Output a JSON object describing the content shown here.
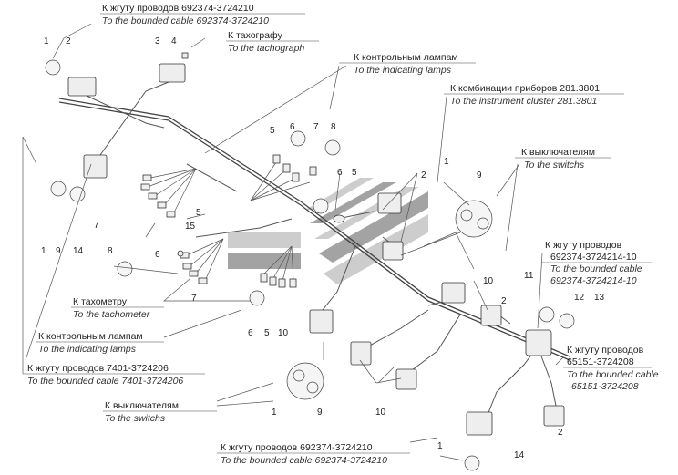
{
  "labels": {
    "harness_top_ru": "К жгуту проводов 692374-3724210",
    "harness_top_en": "To the bounded cable 692374-3724210",
    "tacho_ru": "К тахографу",
    "tacho_en": "To the tachograph",
    "lamps_top_ru": "К контрольным лампам",
    "lamps_top_en": "To the indicating lamps",
    "cluster_ru": "К комбинации приборов 281.3801",
    "cluster_en": "To the instrument cluster 281.3801",
    "switches_right_ru": "К выключателям",
    "switches_right_en": "To the switchs",
    "harness_right1_ru": "К жгуту проводов",
    "harness_right1_num": "692374-3724214-10",
    "harness_right1_en": "To the bounded cable",
    "harness_right1_en_num": "692374-3724214-10",
    "harness_right2_ru": "К жгуту проводов",
    "harness_right2_num": "65151-3724208",
    "harness_right2_en": "To the bounded cable",
    "harness_right2_en_num": "65151-3724208",
    "tachometer_ru": "К тахометру",
    "tachometer_en": "To the tachometer",
    "lamps_left_ru": "К контрольным лампам",
    "lamps_left_en": "To the indicating lamps",
    "harness_left_ru": "К жгуту проводов 7401-3724206",
    "harness_left_en": "To the bounded cable 7401-3724206",
    "switches_left_ru": "К выключателям",
    "switches_left_en": "To the switchs",
    "harness_bottom_ru": "К жгуту проводов 692374-3724210",
    "harness_bottom_en": "To the bounded cable 692374-3724210"
  },
  "callouts": {
    "n1a": "1",
    "n2a": "2",
    "n3": "3",
    "n4": "4",
    "n5a": "5",
    "n6a": "6",
    "n7a": "7",
    "n8a": "8",
    "n6b": "6",
    "n5b": "5",
    "n2b": "2",
    "n1b": "1",
    "n9a": "9",
    "n5c": "5",
    "n15": "15",
    "n6c": "6",
    "n8b": "8",
    "n7b": "7",
    "n7c": "7",
    "n1c": "1",
    "n9b": "9",
    "n14a": "14",
    "n6d": "6",
    "n5d": "5",
    "n10a": "10",
    "n10b": "10",
    "n2c": "2",
    "n11": "11",
    "n12": "12",
    "n13": "13",
    "n1d": "1",
    "n9c": "9",
    "n10c": "10",
    "n1e": "1",
    "n14b": "14",
    "n2d": "2"
  },
  "colors": {
    "line": "#444444",
    "logo_dark": "#8a8a8a",
    "logo_light": "#bdbdbd"
  }
}
